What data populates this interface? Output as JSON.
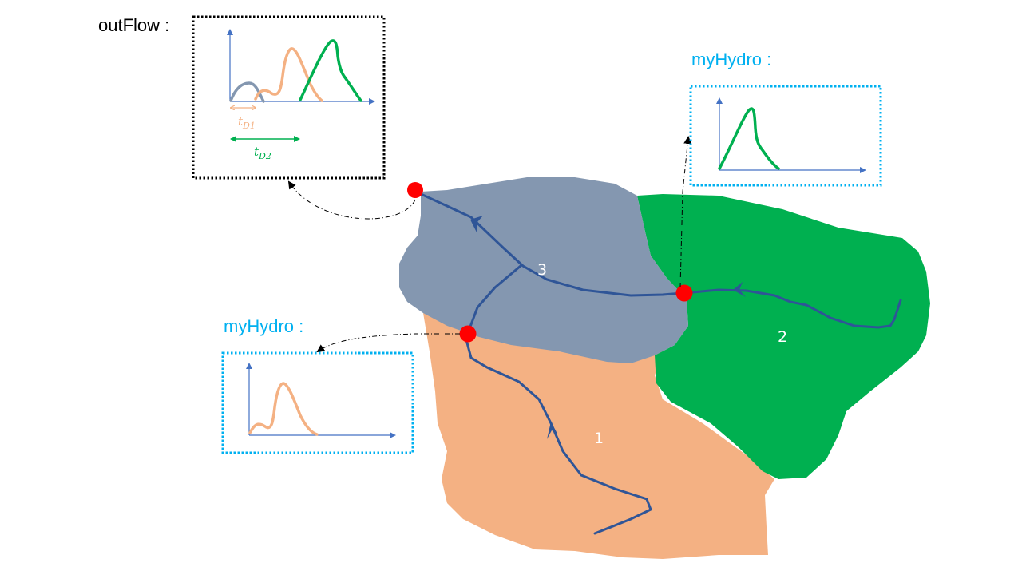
{
  "labels": {
    "outflow_title": "outFlow :",
    "hydro_top_title": "myHydro :",
    "hydro_bottom_title": "myHydro :",
    "tD1": "t",
    "tD1_sub": "D1",
    "tD2": "t",
    "tD2_sub": "D2"
  },
  "subbasins": [
    {
      "id": "1",
      "label": "1",
      "color": "#F4B183"
    },
    {
      "id": "2",
      "label": "2",
      "color": "#00B050"
    },
    {
      "id": "3",
      "label": "3",
      "color": "#8497B0"
    }
  ],
  "colors": {
    "river": "#2F5597",
    "outlet": "#FF0000",
    "axis": "#4472C4",
    "hydro_box_border": "#00B0F0",
    "outflow_box_border": "#000000"
  },
  "chart_data": [
    {
      "type": "line",
      "title": "outFlow :",
      "series": [
        {
          "name": "subbasin 3 hydrograph",
          "color": "#8497B0",
          "shape": "small hump at start"
        },
        {
          "name": "subbasin 1 hydrograph (delayed tD1)",
          "color": "#F4B183",
          "shape": "double peak"
        },
        {
          "name": "subbasin 2 hydrograph (delayed tD2)",
          "color": "#00B050",
          "shape": "single high peak"
        }
      ],
      "annotations": [
        "tD1",
        "tD2"
      ]
    },
    {
      "type": "line",
      "title": "myHydro :",
      "series": [
        {
          "name": "subbasin 2 hydrograph",
          "color": "#00B050"
        }
      ]
    },
    {
      "type": "line",
      "title": "myHydro :",
      "series": [
        {
          "name": "subbasin 1 hydrograph",
          "color": "#F4B183"
        }
      ]
    }
  ]
}
